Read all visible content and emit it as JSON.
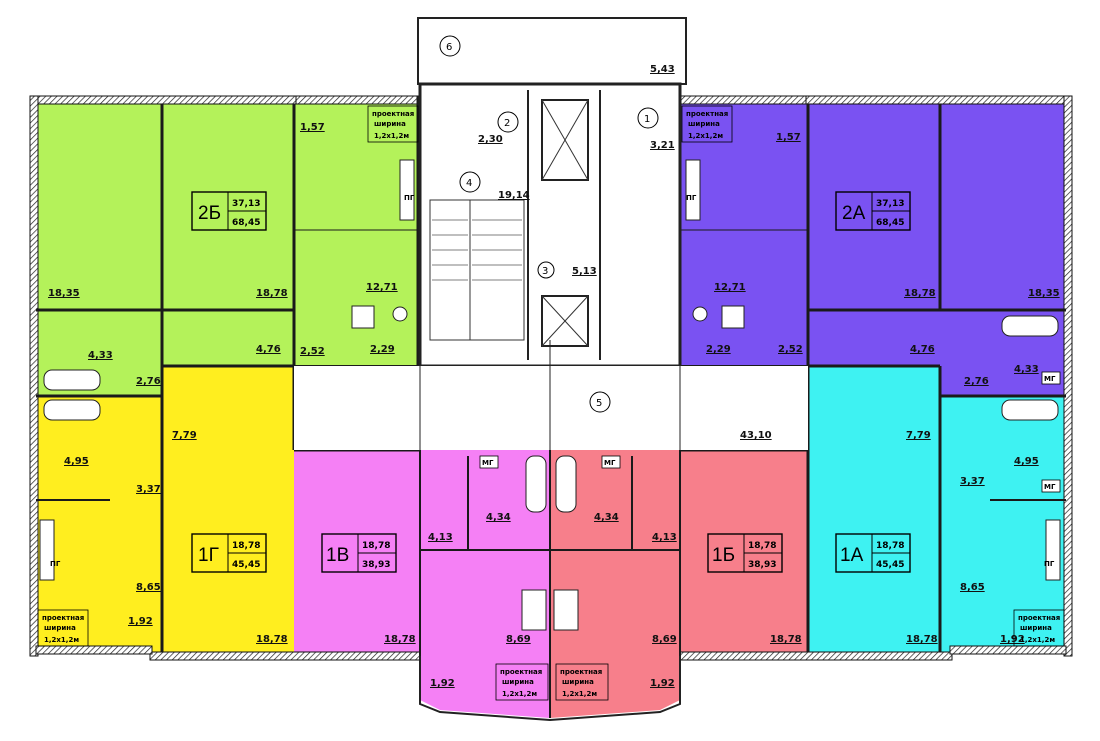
{
  "plan": {
    "colors": {
      "apt_2b": "#b4f25a",
      "apt_2a": "#7a52f2",
      "apt_1g": "#ffee1f",
      "apt_1v": "#f580f5",
      "apt_1b": "#f77f8b",
      "apt_1a": "#3ef2f2",
      "common": "#ffffff",
      "wall": "#1a1a1a"
    },
    "apartments": [
      {
        "id": "2Б",
        "code": "2Б",
        "living": "37,13",
        "total": "68,45"
      },
      {
        "id": "2А",
        "code": "2А",
        "living": "37,13",
        "total": "68,45"
      },
      {
        "id": "1Г",
        "code": "1Г",
        "living": "18,78",
        "total": "45,45"
      },
      {
        "id": "1В",
        "code": "1В",
        "living": "18,78",
        "total": "38,93"
      },
      {
        "id": "1Б",
        "code": "1Б",
        "living": "18,78",
        "total": "38,93"
      },
      {
        "id": "1А",
        "code": "1А",
        "living": "18,78",
        "total": "45,45"
      }
    ],
    "room_numbers": [
      "1",
      "2",
      "3",
      "4",
      "5",
      "6",
      "6"
    ],
    "areas": {
      "top_543": "5,43",
      "a230": "2,30",
      "a321": "3,21",
      "a1914": "19,14",
      "a513": "5,13",
      "a4310": "43,10",
      "l_1835": "18,35",
      "l_1878": "18,78",
      "l_157": "1,57",
      "l_1271": "12,71",
      "l_433": "4,33",
      "l_476": "4,76",
      "l_252": "2,52",
      "l_229": "2,29",
      "l_276": "2,76",
      "r_157": "1,57",
      "r_1271": "12,71",
      "r_1878": "18,78",
      "r_1835": "18,35",
      "r_229": "2,29",
      "r_252": "2,52",
      "r_476": "4,76",
      "r_276": "2,76",
      "r_433": "4,33",
      "g_779": "7,79",
      "g_495": "4,95",
      "g_337": "3,37",
      "g_865": "8,65",
      "g_192": "1,92",
      "g_1878": "18,78",
      "v_1878": "18,78",
      "v_413": "4,13",
      "v_434": "4,34",
      "v_869": "8,69",
      "v_192": "1,92",
      "b_434": "4,34",
      "b_413": "4,13",
      "b_869": "8,69",
      "b_192": "1,92",
      "b_1878": "18,78",
      "a_779": "7,79",
      "a_495": "4,95",
      "a_337": "3,37",
      "a_865": "8,65",
      "a_192": "1,92",
      "a_1878": "18,78"
    },
    "notes": {
      "opening_line1": "проектная",
      "opening_line2": "ширина",
      "opening_size": "1,2х1,2м",
      "mg": "МГ",
      "pg": "ПГ"
    }
  }
}
